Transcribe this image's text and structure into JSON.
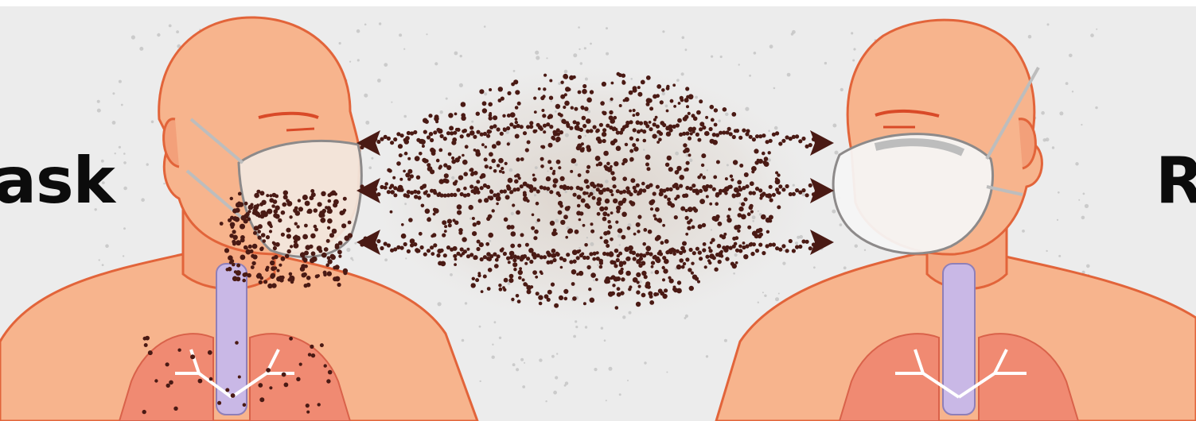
{
  "labels": {
    "left": "ask",
    "right": "R"
  },
  "figures": {
    "left": {
      "name": "person-with-cloth-mask",
      "mask": "cloth"
    },
    "right": {
      "name": "person-with-respirator",
      "mask": "respirator"
    }
  },
  "colors": {
    "background": "#ececec",
    "skin": "#f7b48d",
    "skin_shade": "#f39a72",
    "outline": "#e2643a",
    "lungs": "#f08a72",
    "trachea": "#c9b8e6",
    "particles": "#4a1a14",
    "mist": "#bdbdbd",
    "mask_cloth": "#f2e8df",
    "mask_respirator": "#f5f5f5"
  }
}
